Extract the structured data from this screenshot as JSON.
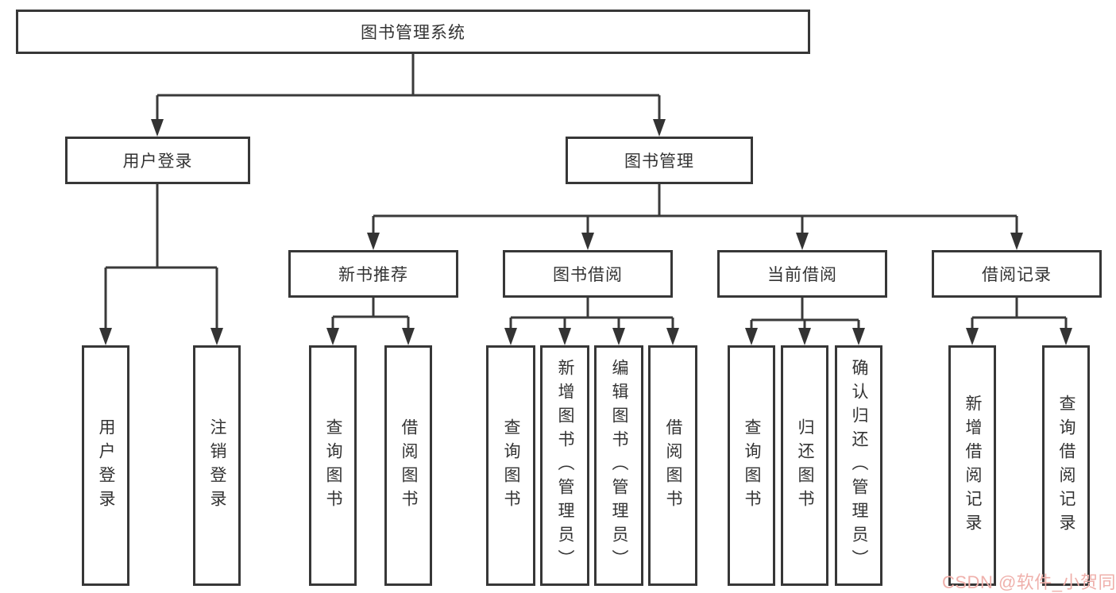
{
  "tree": {
    "label": "图书管理系统",
    "children": [
      {
        "label": "用户登录",
        "children": [
          {
            "label": "用户登录"
          },
          {
            "label": "注销登录"
          }
        ]
      },
      {
        "label": "图书管理",
        "children": [
          {
            "label": "新书推荐",
            "children": [
              {
                "label": "查询图书"
              },
              {
                "label": "借阅图书"
              }
            ]
          },
          {
            "label": "图书借阅",
            "children": [
              {
                "label": "查询图书"
              },
              {
                "label": "新增图书（管理员）"
              },
              {
                "label": "编辑图书（管理员）"
              },
              {
                "label": "借阅图书"
              }
            ]
          },
          {
            "label": "当前借阅",
            "children": [
              {
                "label": "查询图书"
              },
              {
                "label": "归还图书"
              },
              {
                "label": "确认归还（管理员）"
              }
            ]
          },
          {
            "label": "借阅记录",
            "children": [
              {
                "label": "新增借阅记录"
              },
              {
                "label": "查询借阅记录"
              }
            ]
          }
        ]
      }
    ]
  },
  "watermark": {
    "text": "CSDN @软件_小贺同学"
  },
  "colors": {
    "line": "#3a3a3a",
    "box_border": "#373737",
    "text": "#333333",
    "watermark": "#efb0ab",
    "background": "#ffffff"
  }
}
